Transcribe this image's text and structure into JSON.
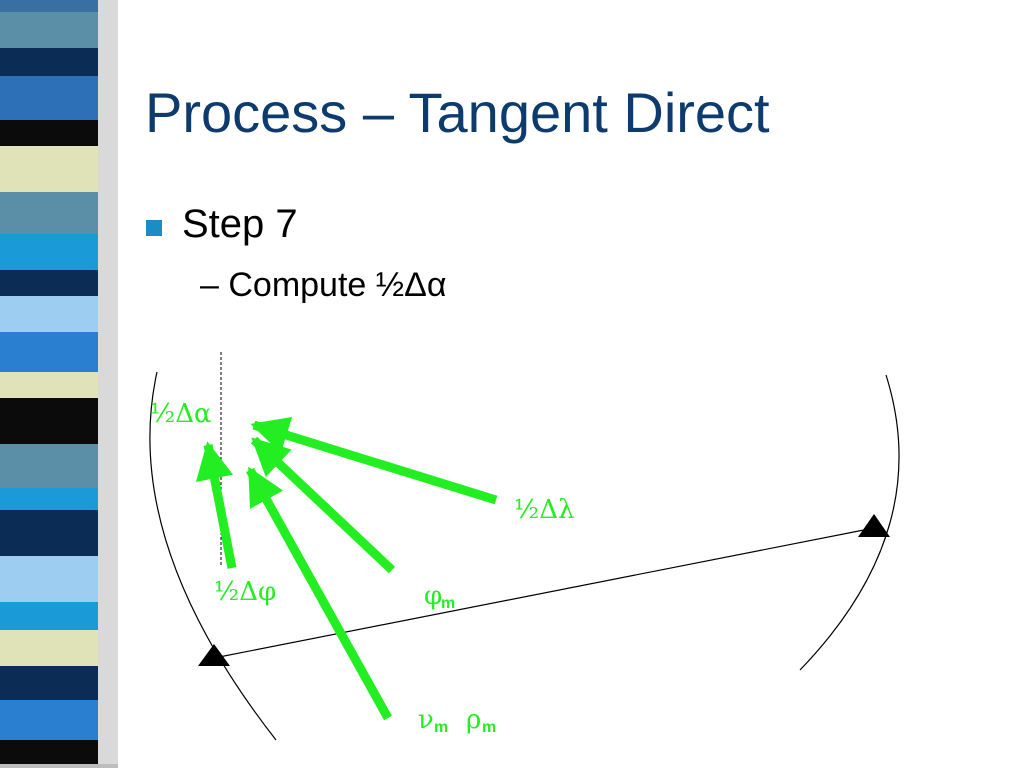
{
  "title": "Process – Tangent Direct",
  "bullets": [
    {
      "text": "Step 7",
      "sub_items": [
        "– Compute ½Δα"
      ]
    }
  ],
  "diagram": {
    "labels": {
      "half_delta_alpha": "½Δα",
      "half_delta_lambda": "½Δλ",
      "half_delta_phi": "½Δφ",
      "phi": "φ",
      "phi_sub": "m",
      "nu": "ν",
      "nu_sub": "m",
      "rho": "ρ",
      "rho_sub": "m"
    },
    "colors": {
      "arrow": "#22ee22",
      "label": "#22ee22",
      "line": "#000000"
    }
  },
  "theme": {
    "title_color": "#0d3b6e",
    "bullet_color": "#1a8cc6",
    "stripe_colors": [
      "#3a6fa3",
      "#1f5a8a",
      "#e0e2b8",
      "#2d70b8",
      "#0b0b0b",
      "#5b8fa8",
      "#4a9fd4",
      "#2a7fd0",
      "#9dcdf0",
      "#12345a"
    ]
  }
}
